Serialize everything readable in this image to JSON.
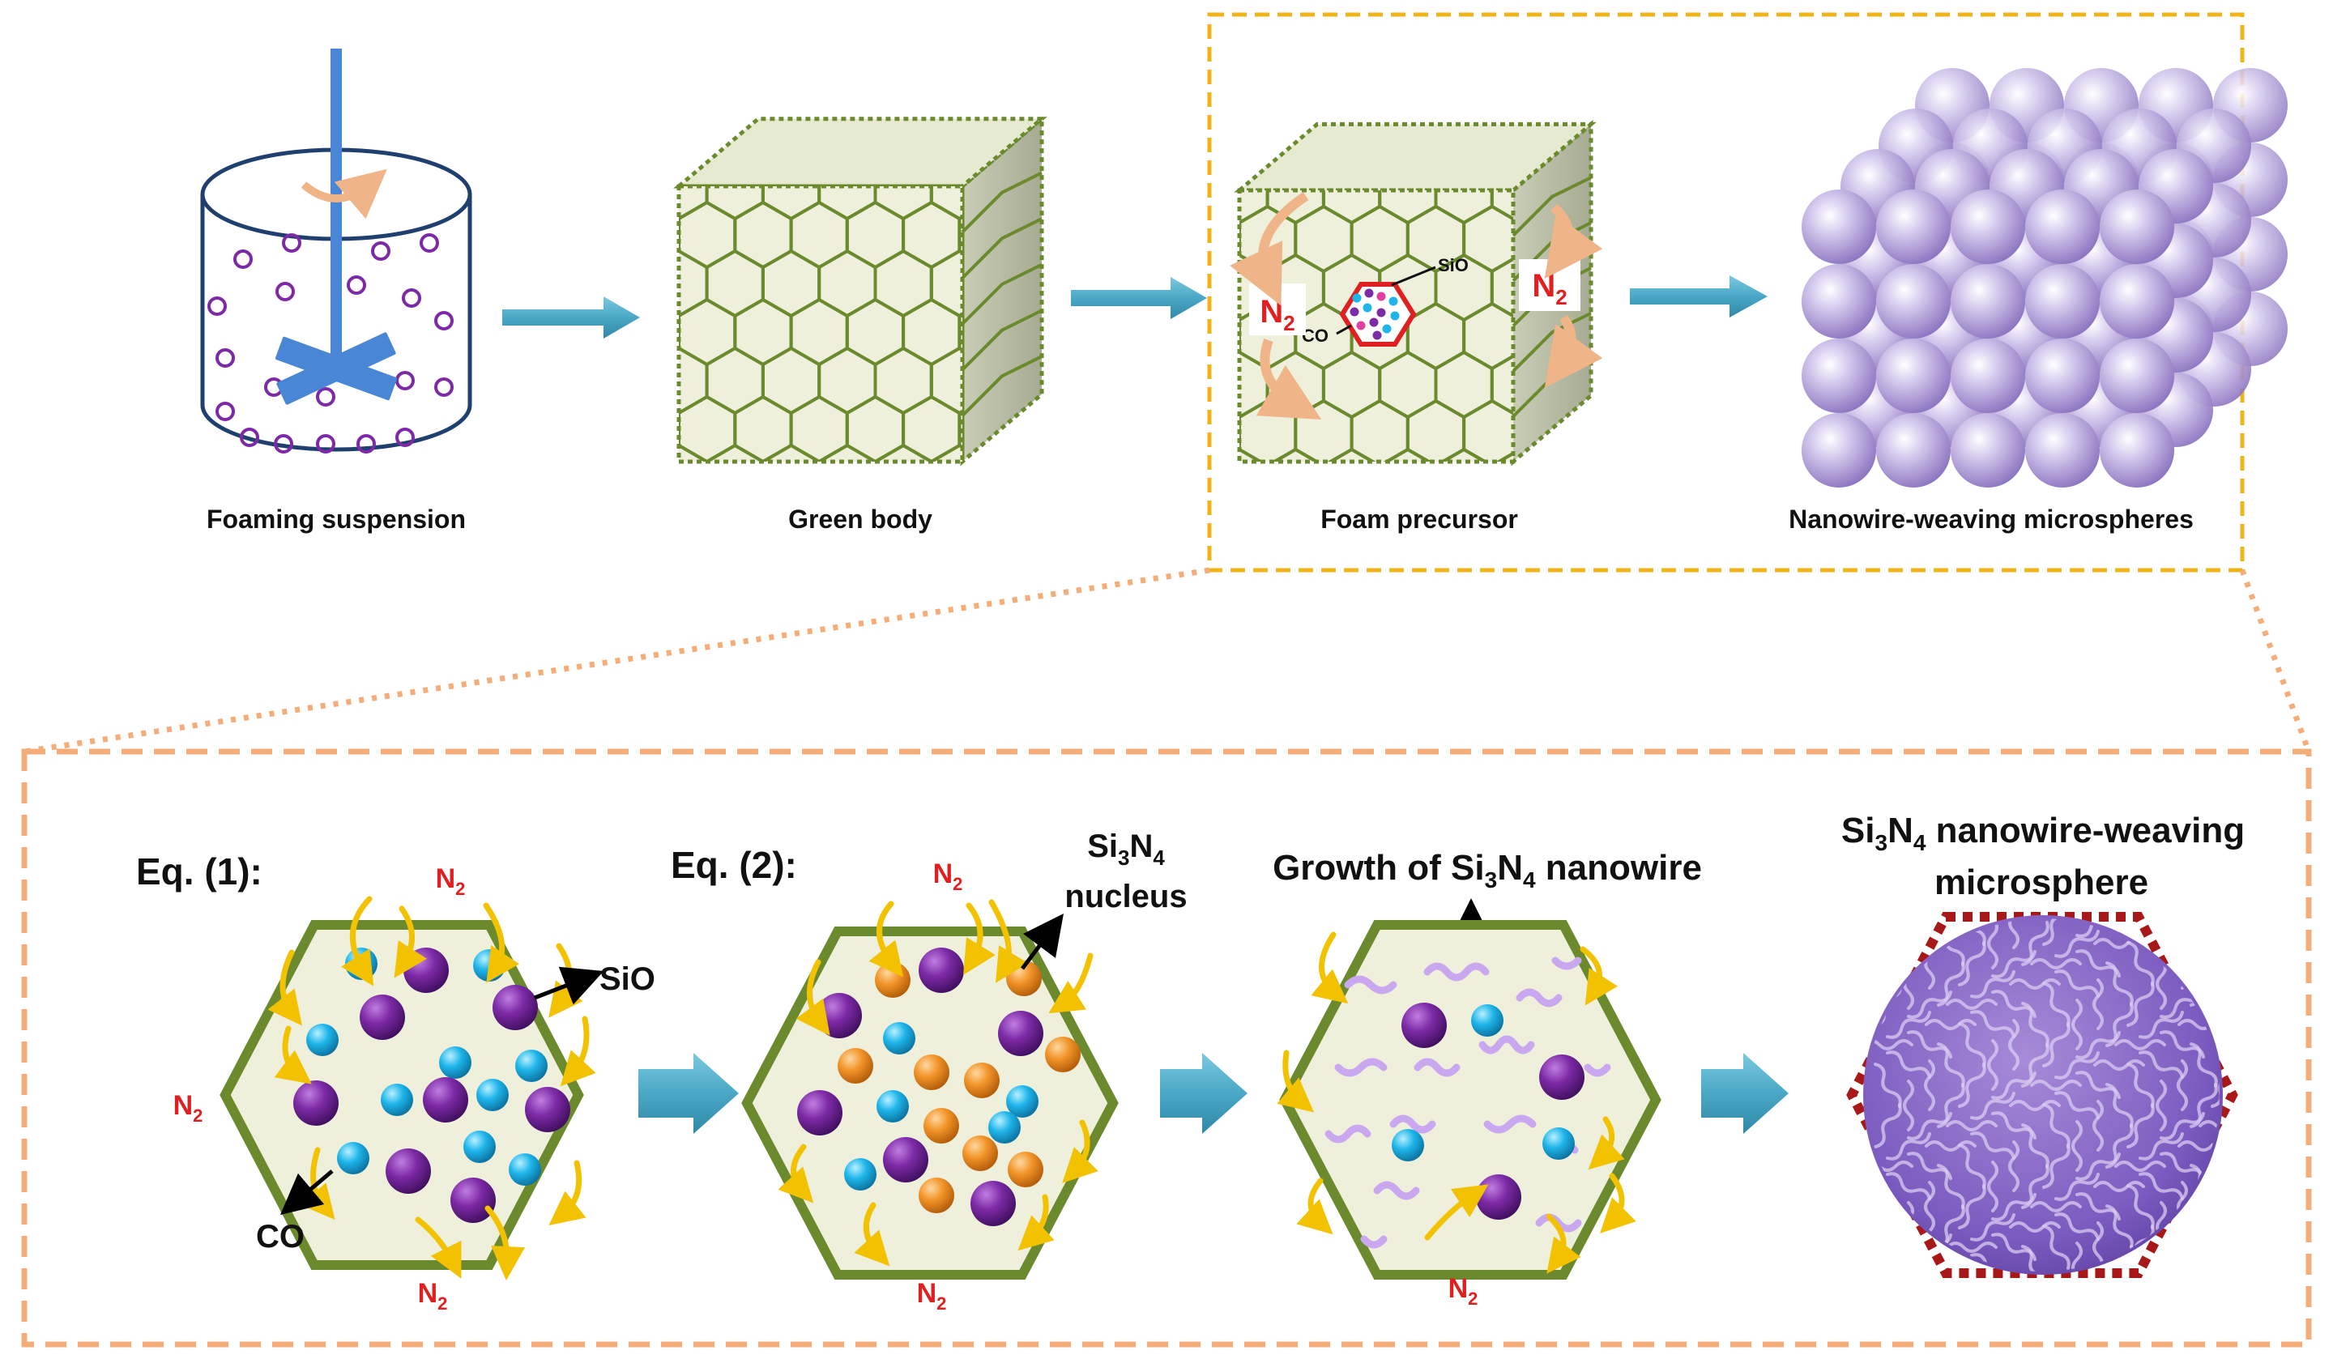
{
  "top_row": {
    "captions": {
      "foaming": "Foaming suspension",
      "green": "Green body",
      "foam": "Foam precursor",
      "spheres": "Nanowire-weaving microspheres"
    },
    "inset": {
      "sio": "SiO",
      "co": "CO"
    },
    "gas_main": "N",
    "gas_sub": "2"
  },
  "bottom_row": {
    "eq1": "Eq. (1):",
    "eq2": "Eq. (2):",
    "sio": "SiO",
    "co": "CO",
    "gas_main": "N",
    "gas_sub": "2",
    "nucleus": {
      "si": "Si",
      "sub3": "3",
      "n": "N",
      "sub4": "4",
      "word": "nucleus"
    },
    "growth": {
      "prefix": "Growth of Si",
      "sub3": "3",
      "n": "N",
      "sub4": "4",
      "suffix": " nanowire"
    },
    "micro": {
      "si": "Si",
      "sub3": "3",
      "n": "N",
      "sub4": "4",
      "line1_suffix": " nanowire-weaving",
      "line2": "microsphere"
    }
  },
  "colors": {
    "blue_arrow": "#4aa8c6",
    "cell_green": "#6b8a2e",
    "cell_fill": "#eef0dc",
    "purple": "#7d2aa6",
    "cyan": "#1eb5ea",
    "orange": "#f29428",
    "red": "#e02020",
    "gold_box": "#f0b419",
    "peach_box": "#f4ac78",
    "sphere": "#b9a7dc",
    "mixer_blue": "#4a86d6"
  }
}
